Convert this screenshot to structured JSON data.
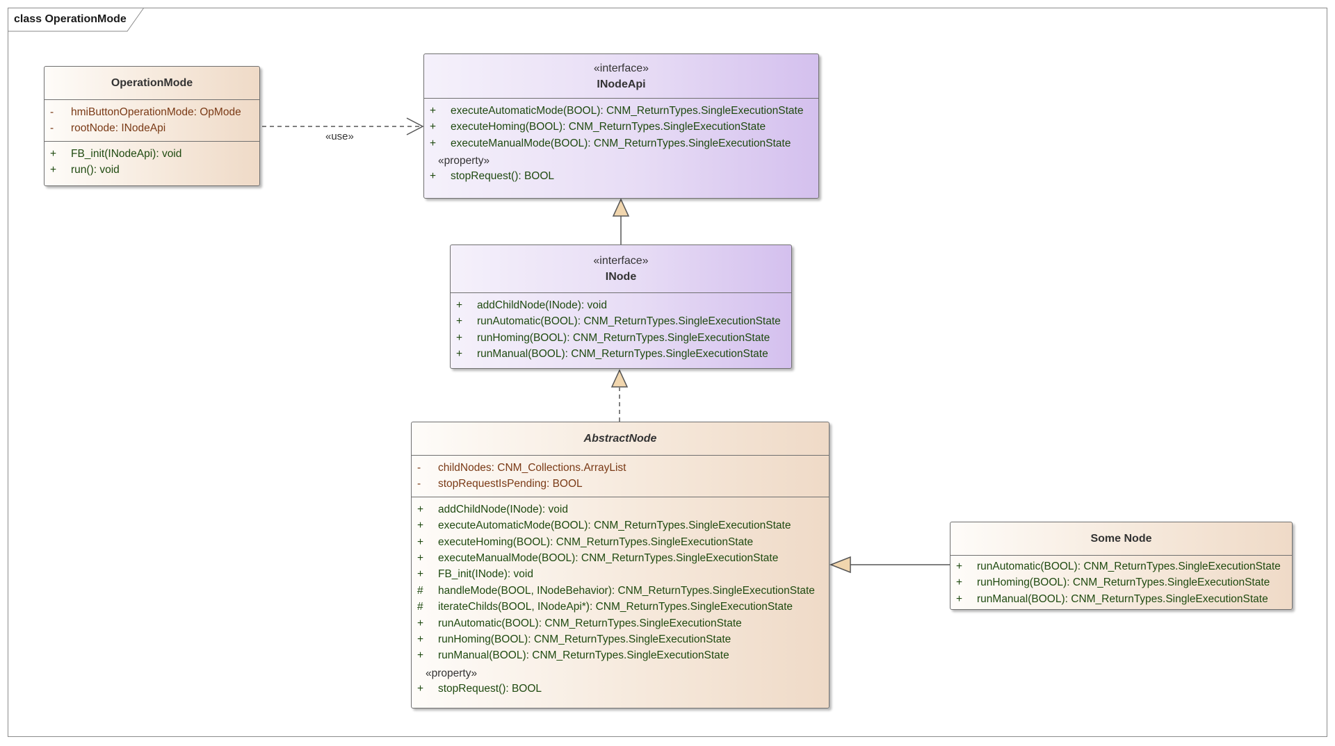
{
  "frame": {
    "title": "class OperationMode"
  },
  "relations": {
    "use_label": "«use»"
  },
  "classes": {
    "operation_mode": {
      "name": "OperationMode",
      "attributes": [
        {
          "vis": "-",
          "sig": "hmiButtonOperationMode: OpMode"
        },
        {
          "vis": "-",
          "sig": "rootNode: INodeApi"
        }
      ],
      "operations": [
        {
          "vis": "+",
          "sig": "FB_init(INodeApi): void"
        },
        {
          "vis": "+",
          "sig": "run(): void"
        }
      ]
    },
    "inode_api": {
      "stereotype": "«interface»",
      "name": "INodeApi",
      "operations": [
        {
          "vis": "+",
          "sig": "executeAutomaticMode(BOOL): CNM_ReturnTypes.SingleExecutionState"
        },
        {
          "vis": "+",
          "sig": "executeHoming(BOOL): CNM_ReturnTypes.SingleExecutionState"
        },
        {
          "vis": "+",
          "sig": "executeManualMode(BOOL): CNM_ReturnTypes.SingleExecutionState"
        }
      ],
      "property_stereotype": "«property»",
      "properties": [
        {
          "vis": "+",
          "sig": "stopRequest(): BOOL"
        }
      ]
    },
    "inode": {
      "stereotype": "«interface»",
      "name": "INode",
      "operations": [
        {
          "vis": "+",
          "sig": "addChildNode(INode): void"
        },
        {
          "vis": "+",
          "sig": "runAutomatic(BOOL): CNM_ReturnTypes.SingleExecutionState"
        },
        {
          "vis": "+",
          "sig": "runHoming(BOOL): CNM_ReturnTypes.SingleExecutionState"
        },
        {
          "vis": "+",
          "sig": "runManual(BOOL): CNM_ReturnTypes.SingleExecutionState"
        }
      ]
    },
    "abstract_node": {
      "name": "AbstractNode",
      "attributes": [
        {
          "vis": "-",
          "sig": "childNodes: CNM_Collections.ArrayList"
        },
        {
          "vis": "-",
          "sig": "stopRequestIsPending: BOOL"
        }
      ],
      "operations": [
        {
          "vis": "+",
          "sig": "addChildNode(INode): void"
        },
        {
          "vis": "+",
          "sig": "executeAutomaticMode(BOOL): CNM_ReturnTypes.SingleExecutionState"
        },
        {
          "vis": "+",
          "sig": "executeHoming(BOOL): CNM_ReturnTypes.SingleExecutionState"
        },
        {
          "vis": "+",
          "sig": "executeManualMode(BOOL): CNM_ReturnTypes.SingleExecutionState"
        },
        {
          "vis": "+",
          "sig": "FB_init(INode): void"
        },
        {
          "vis": "#",
          "sig": "handleMode(BOOL, INodeBehavior): CNM_ReturnTypes.SingleExecutionState"
        },
        {
          "vis": "#",
          "sig": "iterateChilds(BOOL, INodeApi*): CNM_ReturnTypes.SingleExecutionState"
        },
        {
          "vis": "+",
          "sig": "runAutomatic(BOOL): CNM_ReturnTypes.SingleExecutionState"
        },
        {
          "vis": "+",
          "sig": "runHoming(BOOL): CNM_ReturnTypes.SingleExecutionState"
        },
        {
          "vis": "+",
          "sig": "runManual(BOOL): CNM_ReturnTypes.SingleExecutionState"
        }
      ],
      "property_stereotype": "«property»",
      "properties": [
        {
          "vis": "+",
          "sig": "stopRequest(): BOOL"
        }
      ]
    },
    "some_node": {
      "name": "Some Node",
      "operations": [
        {
          "vis": "+",
          "sig": "runAutomatic(BOOL): CNM_ReturnTypes.SingleExecutionState"
        },
        {
          "vis": "+",
          "sig": "runHoming(BOOL): CNM_ReturnTypes.SingleExecutionState"
        },
        {
          "vis": "+",
          "sig": "runManual(BOOL): CNM_ReturnTypes.SingleExecutionState"
        }
      ]
    }
  }
}
